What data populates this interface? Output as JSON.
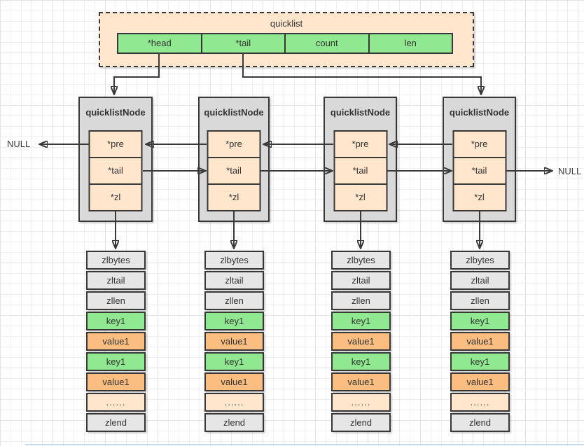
{
  "quicklist": {
    "title": "quicklist",
    "fields": [
      "*head",
      "*tail",
      "count",
      "len"
    ]
  },
  "nodes": [
    {
      "title": "quicklistNode",
      "fields": [
        "*pre",
        "*tail",
        "*zl"
      ]
    },
    {
      "title": "quicklistNode",
      "fields": [
        "*pre",
        "*tail",
        "*zl"
      ]
    },
    {
      "title": "quicklistNode",
      "fields": [
        "*pre",
        "*tail",
        "*zl"
      ]
    },
    {
      "title": "quicklistNode",
      "fields": [
        "*pre",
        "*tail",
        "*zl"
      ]
    }
  ],
  "null_left": "NULL",
  "null_right": "NULL",
  "ziplists": [
    {
      "cells": [
        {
          "label": "zlbytes",
          "type": "gray"
        },
        {
          "label": "zltail",
          "type": "gray"
        },
        {
          "label": "zllen",
          "type": "gray"
        },
        {
          "label": "key1",
          "type": "green"
        },
        {
          "label": "value1",
          "type": "orange"
        },
        {
          "label": "key1",
          "type": "green"
        },
        {
          "label": "value1",
          "type": "orange"
        },
        {
          "label": "......",
          "type": "peach"
        },
        {
          "label": "zlend",
          "type": "gray"
        }
      ]
    },
    {
      "cells": [
        {
          "label": "zlbytes",
          "type": "gray"
        },
        {
          "label": "zltail",
          "type": "gray"
        },
        {
          "label": "zllen",
          "type": "gray"
        },
        {
          "label": "key1",
          "type": "green"
        },
        {
          "label": "value1",
          "type": "orange"
        },
        {
          "label": "key1",
          "type": "green"
        },
        {
          "label": "value1",
          "type": "orange"
        },
        {
          "label": "......",
          "type": "peach"
        },
        {
          "label": "zlend",
          "type": "gray"
        }
      ]
    },
    {
      "cells": [
        {
          "label": "zlbytes",
          "type": "gray"
        },
        {
          "label": "zltail",
          "type": "gray"
        },
        {
          "label": "zllen",
          "type": "gray"
        },
        {
          "label": "key1",
          "type": "green"
        },
        {
          "label": "value1",
          "type": "orange"
        },
        {
          "label": "key1",
          "type": "green"
        },
        {
          "label": "value1",
          "type": "orange"
        },
        {
          "label": "......",
          "type": "peach"
        },
        {
          "label": "zlend",
          "type": "gray"
        }
      ]
    },
    {
      "cells": [
        {
          "label": "zlbytes",
          "type": "gray"
        },
        {
          "label": "zltail",
          "type": "gray"
        },
        {
          "label": "zllen",
          "type": "gray"
        },
        {
          "label": "key1",
          "type": "green"
        },
        {
          "label": "value1",
          "type": "orange"
        },
        {
          "label": "key1",
          "type": "green"
        },
        {
          "label": "value1",
          "type": "orange"
        },
        {
          "label": "......",
          "type": "peach"
        },
        {
          "label": "zlend",
          "type": "gray"
        }
      ]
    }
  ],
  "colors": {
    "green": "#90e890",
    "peach": "#ffe6cc",
    "orange": "#fbbe80",
    "cell_gray": "#e6e6e6",
    "node_gray": "#d9d9d9",
    "line": "#3a3a3a",
    "page_edge_blue": "#c9daf0"
  }
}
